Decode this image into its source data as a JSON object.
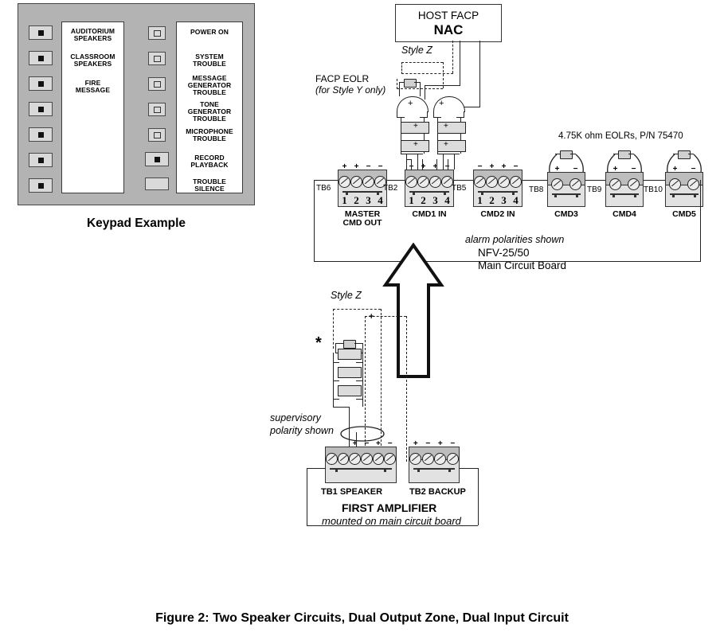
{
  "figure": {
    "caption": "Figure 2:  Two Speaker Circuits, Dual Output Zone, Dual Input Circuit"
  },
  "keypad": {
    "caption": "Keypad Example",
    "left_column_buttons": [
      {
        "type": "push-button",
        "state": "solid"
      },
      {
        "type": "push-button",
        "state": "solid"
      },
      {
        "type": "push-button",
        "state": "solid"
      },
      {
        "type": "push-button",
        "state": "solid"
      },
      {
        "type": "push-button",
        "state": "solid"
      },
      {
        "type": "push-button",
        "state": "solid"
      },
      {
        "type": "push-button",
        "state": "solid"
      }
    ],
    "left_labels": [
      {
        "line1": "AUDITORIUM",
        "line2": "SPEAKERS"
      },
      {
        "line1": "CLASSROOM",
        "line2": "SPEAKERS"
      },
      {
        "line1": "FIRE",
        "line2": "MESSAGE"
      }
    ],
    "right_indicators": [
      {
        "type": "led",
        "state": "hollow"
      },
      {
        "type": "led",
        "state": "hollow"
      },
      {
        "type": "led",
        "state": "hollow"
      },
      {
        "type": "led",
        "state": "hollow"
      },
      {
        "type": "led",
        "state": "hollow"
      },
      {
        "type": "push-button",
        "state": "solid"
      },
      {
        "type": "push-button",
        "state": "blank"
      }
    ],
    "right_labels": [
      {
        "line1": "POWER ON",
        "line2": ""
      },
      {
        "line1": "SYSTEM",
        "line2": "TROUBLE"
      },
      {
        "line1": "MESSAGE",
        "line2": "GENERATOR",
        "line3": "TROUBLE"
      },
      {
        "line1": "TONE",
        "line2": "GENERATOR",
        "line3": "TROUBLE"
      },
      {
        "line1": "MICROPHONE",
        "line2": "TROUBLE"
      },
      {
        "line1": "RECORD",
        "line2": "PLAYBACK"
      },
      {
        "line1": "TROUBLE",
        "line2": "SILENCE"
      }
    ]
  },
  "host_facp": {
    "line1": "HOST FACP",
    "line2": "NAC"
  },
  "annotations": {
    "style_z_top": "Style Z",
    "style_z_bottom": "Style Z",
    "facp_eolr_line1": "FACP EOLR",
    "facp_eolr_line2": "(for Style Y only)",
    "eolr_spec": "4.75K ohm EOLRs, P/N 75470",
    "alarm_polarities": "alarm polarities shown",
    "board_name": "NFV-25/50",
    "board_sub": "Main Circuit Board",
    "supervisory_line1": "supervisory",
    "supervisory_line2": "polarity shown",
    "asterisk": "*",
    "amplifier_title": "FIRST AMPLIFIER",
    "amplifier_sub": "mounted on main circuit board"
  },
  "terminal_blocks": [
    {
      "id": "TB6",
      "name": "TB6",
      "caption_line1": "MASTER",
      "caption_line2": "CMD OUT",
      "polarities": [
        "+",
        "+",
        "−",
        "−"
      ],
      "numbers": [
        "1",
        "2",
        "3",
        "4"
      ]
    },
    {
      "id": "TB2-cmd1",
      "name": "TB2",
      "caption_line1": "CMD1 IN",
      "caption_line2": "",
      "polarities": [
        "−",
        "+",
        "+",
        "−"
      ],
      "numbers": [
        "1",
        "2",
        "3",
        "4"
      ]
    },
    {
      "id": "TB5",
      "name": "TB5",
      "caption_line1": "CMD2 IN",
      "caption_line2": "",
      "polarities": [
        "−",
        "+",
        "+",
        "−"
      ],
      "numbers": [
        "1",
        "2",
        "3",
        "4"
      ]
    },
    {
      "id": "TB8",
      "name": "TB8",
      "caption_line1": "CMD3",
      "caption_line2": "",
      "polarities": [
        "+",
        "−"
      ],
      "numbers": []
    },
    {
      "id": "TB9",
      "name": "TB9",
      "caption_line1": "CMD4",
      "caption_line2": "",
      "polarities": [
        "+",
        "−"
      ],
      "numbers": []
    },
    {
      "id": "TB10",
      "name": "TB10",
      "caption_line1": "CMD5",
      "caption_line2": "",
      "polarities": [
        "+",
        "−"
      ],
      "numbers": []
    }
  ],
  "amplifier_blocks": [
    {
      "id": "TB1",
      "label": "TB1  SPEAKER",
      "polarities": [
        "",
        "",
        "+",
        "−",
        "+",
        "−"
      ]
    },
    {
      "id": "TB2",
      "label": "TB2  BACKUP",
      "polarities": [
        "+",
        "−",
        "+",
        "−"
      ]
    }
  ],
  "colors": {
    "panel_gray": "#b3b3b3",
    "terminal_body": "#e2e2e2",
    "terminal_top": "#bdbdbd",
    "wire": "#222222",
    "background": "#ffffff"
  }
}
